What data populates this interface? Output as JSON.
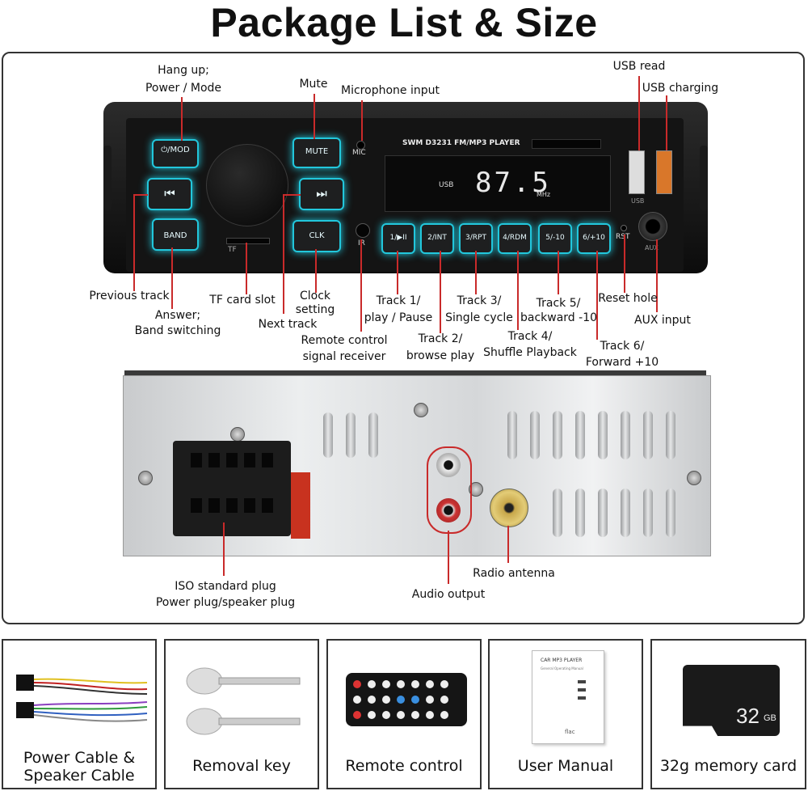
{
  "title": "Package List & Size",
  "front_panel": {
    "model": "SWM D3231 FM/MP3 PLAYER",
    "display": {
      "source": "USB",
      "frequency": "87.5",
      "unit": "MHz"
    },
    "buttons": {
      "power": "⏻/MOD",
      "mute": "MUTE",
      "prev": "⏮",
      "next": "⏭",
      "band": "BAND",
      "clk": "CLK",
      "presets": [
        "1/▶II",
        "2/INT",
        "3/RPT",
        "4/RDM",
        "5/-10",
        "6/+10"
      ]
    },
    "marks": {
      "mic": "MIC",
      "ir": "IR",
      "tf": "TF",
      "rst": "RST",
      "usb": "USB",
      "aux": "AUX"
    }
  },
  "labels": {
    "hang_up": [
      "Hang up;",
      "Power / Mode"
    ],
    "mute": "Mute",
    "microphone": "Microphone input",
    "usb_read": "USB read",
    "usb_charging": "USB charging",
    "previous_track": "Previous track",
    "answer": [
      "Answer;",
      "Band switching"
    ],
    "tf_slot": "TF card slot",
    "next_track": "Next track",
    "clock": [
      "Clock",
      "setting"
    ],
    "remote": [
      "Remote control",
      "signal receiver"
    ],
    "track1": [
      "Track 1/",
      "play / Pause"
    ],
    "track2": [
      "Track 2/",
      "browse play"
    ],
    "track3": [
      "Track 3/",
      "Single cycle"
    ],
    "track4": [
      "Track 4/",
      "Shuffle Playback"
    ],
    "track5": [
      "Track 5/",
      "backward -10"
    ],
    "track6": [
      "Track 6/",
      "Forward +10"
    ],
    "reset": "Reset hole",
    "aux": "AUX input",
    "iso": [
      "ISO standard plug",
      "Power plug/speaker plug"
    ],
    "audio_output": "Audio output",
    "radio_antenna": "Radio antenna"
  },
  "accessories": [
    {
      "label": [
        "Power Cable &",
        "Speaker Cable"
      ]
    },
    {
      "label": [
        "Removal key"
      ]
    },
    {
      "label": [
        "Remote control"
      ]
    },
    {
      "label": [
        "User Manual"
      ]
    },
    {
      "label": [
        "32g memory card"
      ]
    }
  ],
  "manual_title": "CAR MP3 PLAYER",
  "manual_sub": "General Operating Manual",
  "manual_flac": "flac",
  "card_capacity": "32",
  "card_unit": "GB",
  "colors": {
    "accent_line": "#c92a2a",
    "button_glow": "#22c7dc"
  }
}
